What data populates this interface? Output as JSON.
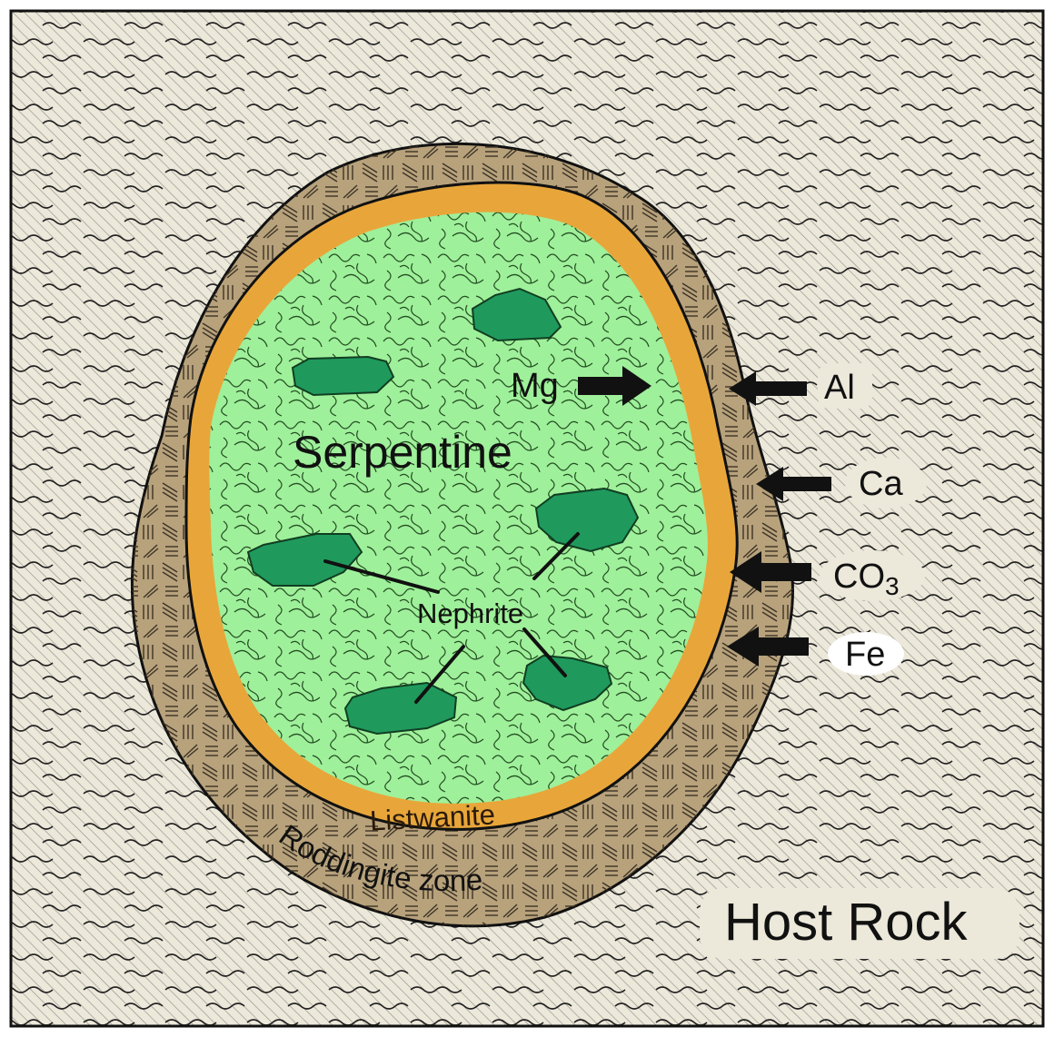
{
  "labels": {
    "serpentine": "Serpentine",
    "nephrite": "Nephrite",
    "listwanite": "Listwanite",
    "roddingite": "Roddingite zone",
    "host_rock": "Host Rock"
  },
  "ions": {
    "mg": "Mg",
    "al": "Al",
    "ca": "Ca",
    "co3_main": "CO",
    "co3_sub": "3",
    "fe": "Fe"
  },
  "colors": {
    "host_rock_bg": "#ece8da",
    "host_rock_hatch": "#3a3a3a",
    "roddingite_fill": "#b7a27c",
    "roddingite_hatch": "#4a3e2c",
    "listwanite_fill": "#e8a63a",
    "serpentine_fill": "#9ff09a",
    "serpentine_texture": "#2b5a2b",
    "nephrite_fill": "#1f9a5c",
    "outline": "#111111"
  }
}
